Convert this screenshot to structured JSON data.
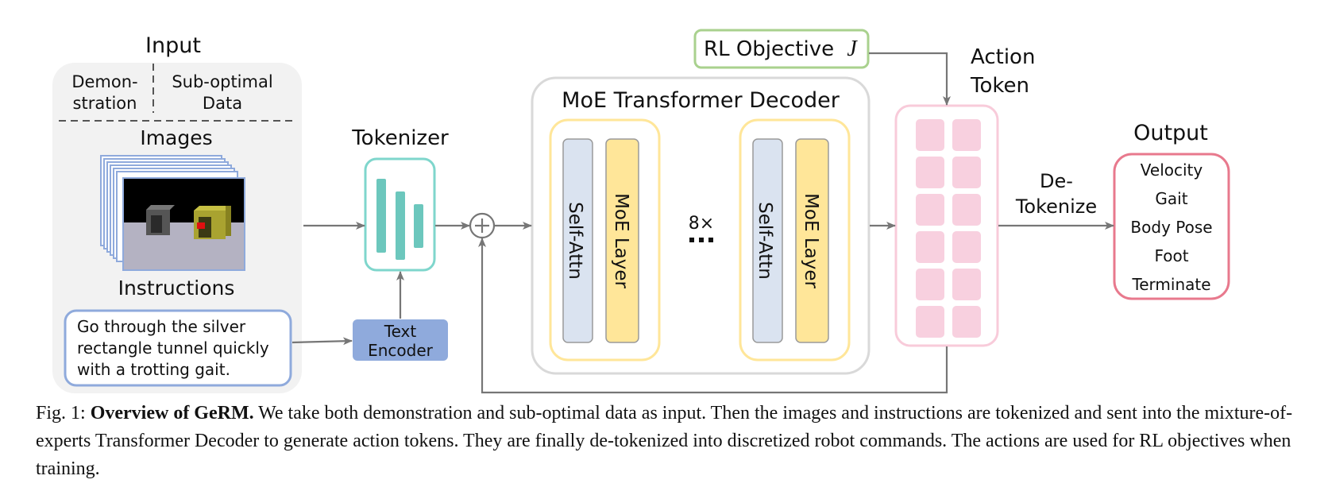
{
  "input": {
    "title": "Input",
    "demonstration_line1": "Demon-",
    "demonstration_line2": "stration",
    "suboptimal_line1": "Sub-optimal",
    "suboptimal_line2": "Data",
    "images_label": "Images",
    "instructions_label": "Instructions",
    "instruction_line1": "Go through the silver",
    "instruction_line2": "rectangle tunnel quickly",
    "instruction_line3": "with a trotting gait."
  },
  "tokenizer": {
    "label": "Tokenizer"
  },
  "text_encoder": {
    "line1": "Text",
    "line2": "Encoder"
  },
  "rl_objective": {
    "label": "RL Objective",
    "symbol": "J"
  },
  "decoder": {
    "title": "MoE Transformer Decoder",
    "self_attn_label": "Self-Attn",
    "moe_layer_label": "MoE Layer",
    "repeat_label": "8×"
  },
  "action_token": {
    "line1": "Action",
    "line2": "Token"
  },
  "detokenize": {
    "line1": "De-",
    "line2": "Tokenize"
  },
  "output": {
    "title": "Output",
    "items": [
      "Velocity",
      "Gait",
      "Body Pose",
      "Foot",
      "Terminate"
    ]
  },
  "caption": {
    "prefix": "Fig. 1: ",
    "bold": "Overview of GeRM.",
    "text": " We take both demonstration and sub-optimal data as input. Then the images and instructions are tokenized and sent into the mixture-of-experts Transformer Decoder to generate action tokens. They are finally de-tokenized into discretized robot commands. The actions are used for RL objectives when training."
  },
  "colors": {
    "input_panel": "#f2f2f2",
    "instruction_border": "#8faadc",
    "tokenizer_border": "#7fd6cc",
    "tokenizer_bars": "#6cc7bd",
    "text_encoder_fill": "#8faadc",
    "rl_border": "#a9d18e",
    "decoder_border": "#d9d9d9",
    "block_border": "#ffe699",
    "self_attn_fill": "#dae3f0",
    "moe_fill": "#ffe699",
    "action_border": "#f8cbda",
    "action_cell": "#f8d0df",
    "output_border": "#e8798d",
    "arrow": "#767676"
  }
}
